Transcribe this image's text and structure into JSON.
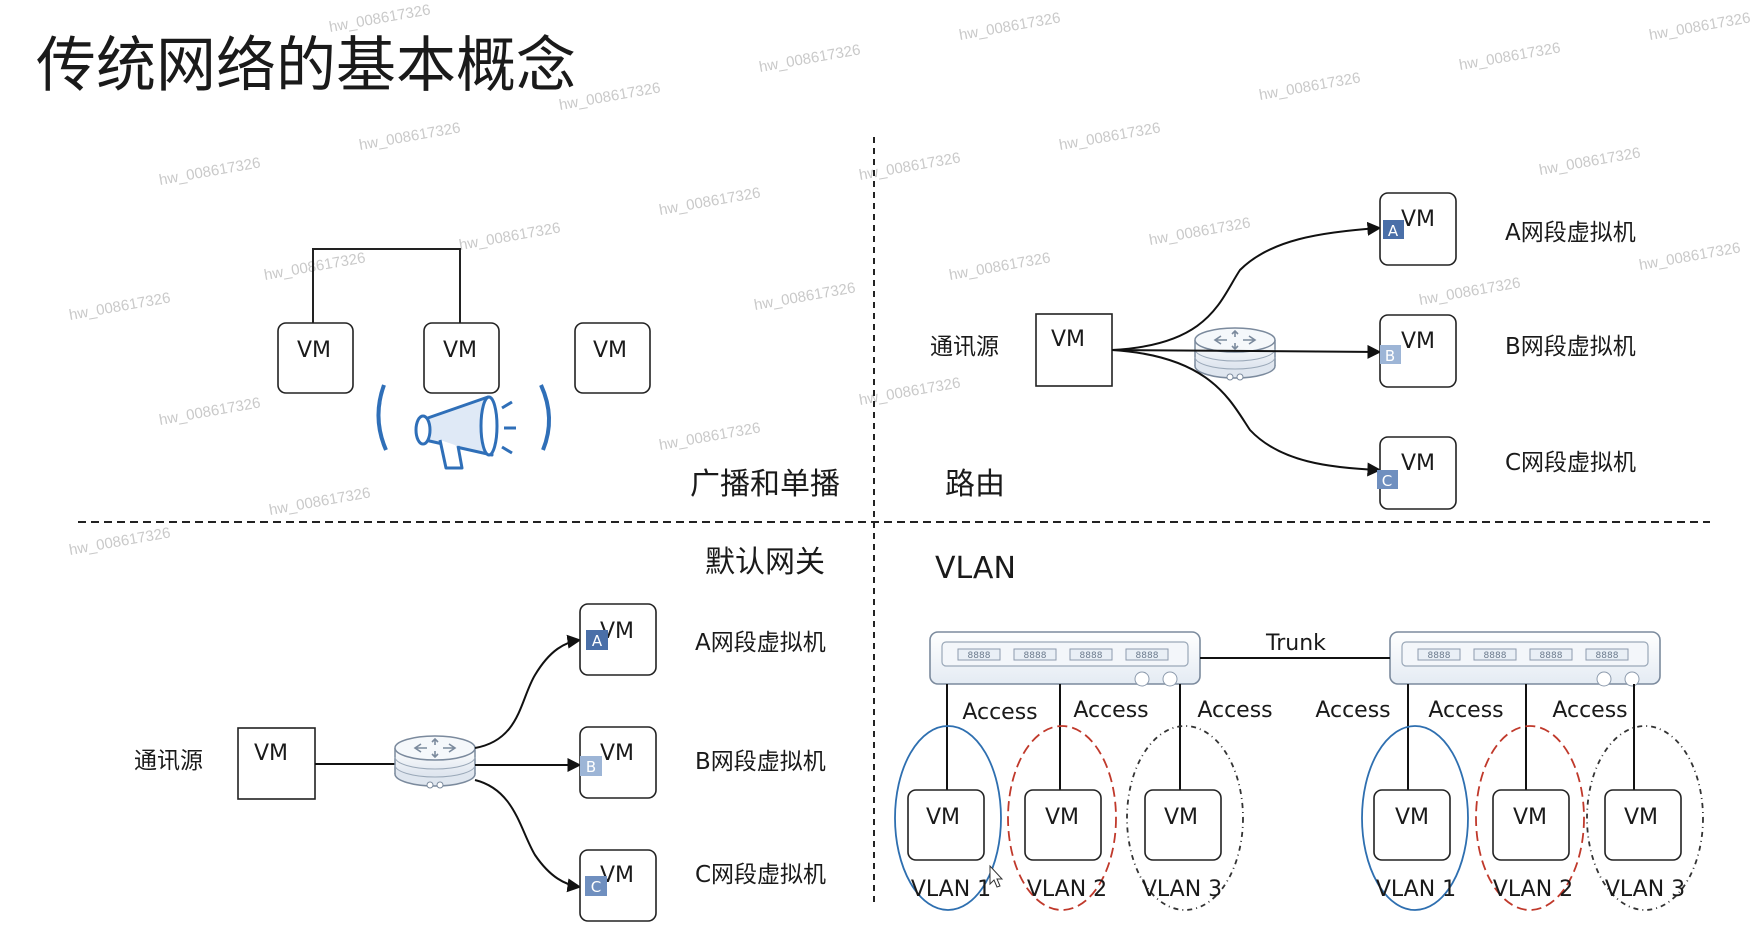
{
  "slide": {
    "title": "传统网络的基本概念",
    "watermark": "hw_008617326"
  },
  "labels": {
    "vm": "VM",
    "source": "通讯源",
    "access": "Access",
    "trunk": "Trunk",
    "segment_a": "A网段虚拟机",
    "segment_b": "B网段虚拟机",
    "segment_c": "C网段虚拟机",
    "badge_a": "A",
    "badge_b": "B",
    "badge_c": "C",
    "port_text": "8888",
    "vlan1": "VLAN 1",
    "vlan2": "VLAN 2",
    "vlan3": "VLAN 3"
  },
  "sections": {
    "broadcast": "广播和单播",
    "routing": "路由",
    "gateway": "默认网关",
    "vlan": "VLAN"
  },
  "colors": {
    "vlan1_circle": "#2e6fb0",
    "vlan2_circle": "#c0392b",
    "vlan3_circle": "#333333",
    "badge": "#4a6fa8",
    "badge_light": "#9db5d6",
    "speaker": "#2f6fb8"
  }
}
